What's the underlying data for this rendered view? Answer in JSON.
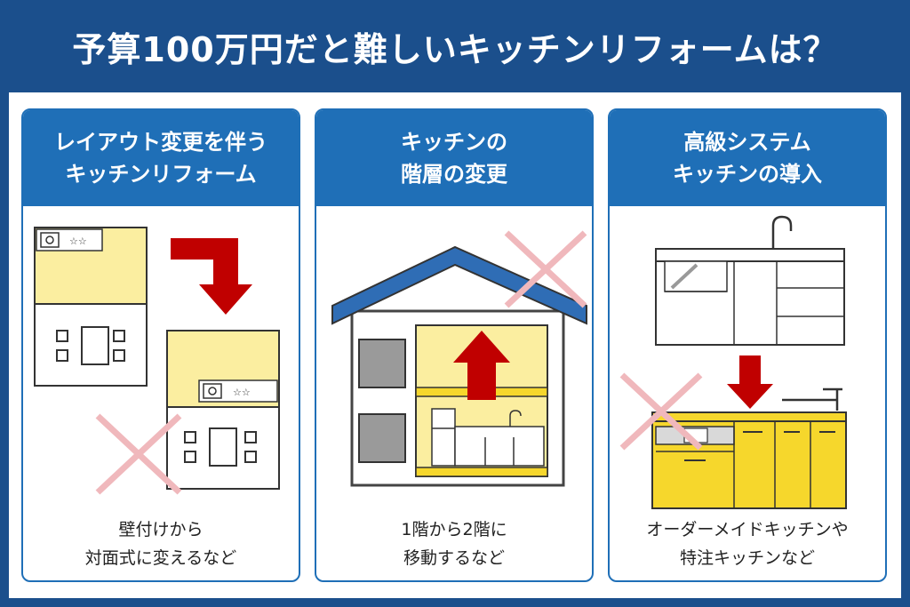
{
  "title": "予算100万円だと難しいキッチンリフォームは？",
  "cards": [
    {
      "heading_line1": "レイアウト変更を伴う",
      "heading_line2": "キッチンリフォーム",
      "caption_line1": "壁付けから",
      "caption_line2": "対面式に変えるなど"
    },
    {
      "heading_line1": "キッチンの",
      "heading_line2": "階層の変更",
      "caption_line1": "1階から2階に",
      "caption_line2": "移動するなど"
    },
    {
      "heading_line1": "高級システム",
      "heading_line2": "キッチンの導入",
      "caption_line1": "オーダーメイドキッチンや",
      "caption_line2": "特注キッチンなど"
    }
  ],
  "colors": {
    "frame": "#1b4f8c",
    "card_header": "#1f6fb7",
    "arrow": "#c00000",
    "cross": "#f0b8bc",
    "kitchen_yellow": "#fbeea0",
    "cabinet_yellow": "#f6d72c",
    "roof": "#2f6db5"
  }
}
